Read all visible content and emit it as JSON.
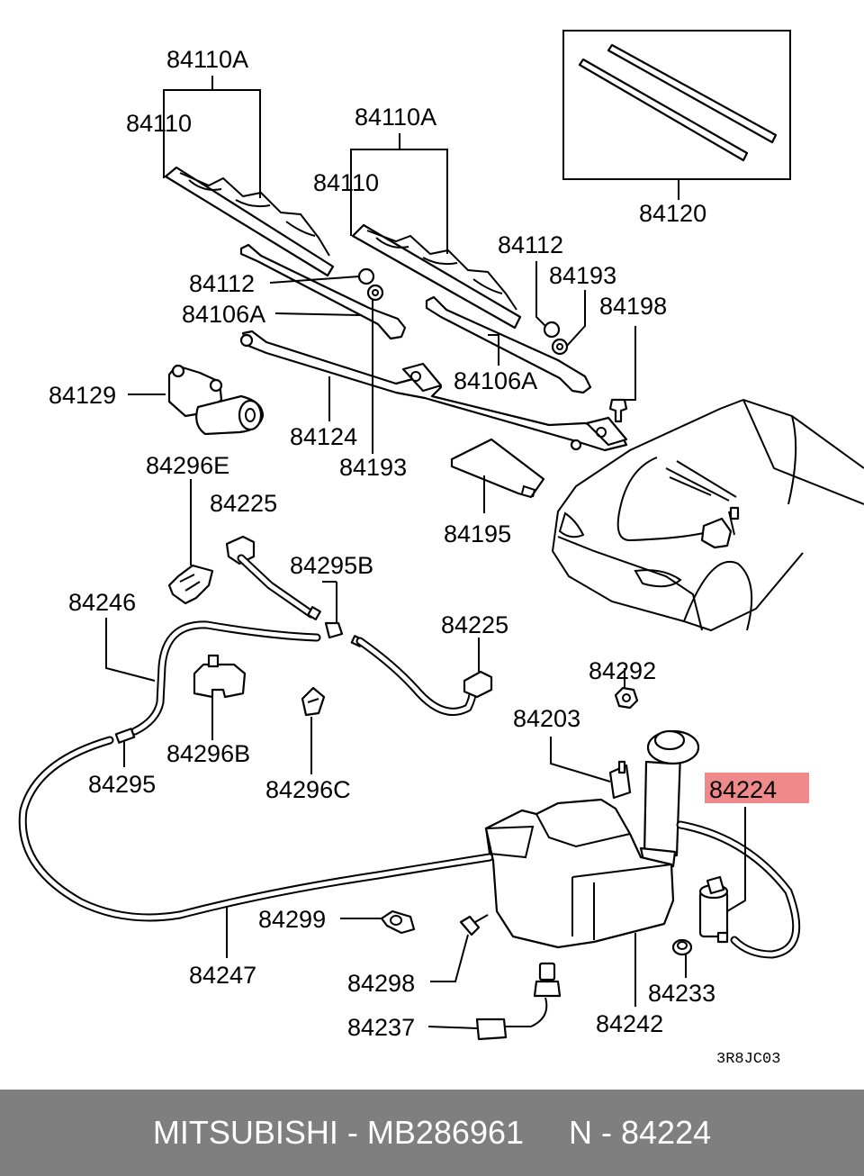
{
  "colors": {
    "highlight": "#f08a8a",
    "footer_bg": "#7f7f7f",
    "footer_text": "#ffffff"
  },
  "diagram": {
    "callouts": {
      "c84110A_a": "84110A",
      "c84110_a": "84110",
      "c84110A_b": "84110A",
      "c84110_b": "84110",
      "c84120": "84120",
      "c84112_a": "84112",
      "c84112_b": "84112",
      "c84193_a": "84193",
      "c84198": "84198",
      "c84106A_a": "84106A",
      "c84106A_b": "84106A",
      "c84129": "84129",
      "c84124": "84124",
      "c84193_b": "84193",
      "c84296E": "84296E",
      "c84225_a": "84225",
      "c84195": "84195",
      "c84295B": "84295B",
      "c84246": "84246",
      "c84225_b": "84225",
      "c84292": "84292",
      "c84203": "84203",
      "c84296B": "84296B",
      "c84295": "84295",
      "c84296C": "84296C",
      "c84224": "84224",
      "c84299": "84299",
      "c84298": "84298",
      "c84247": "84247",
      "c84233": "84233",
      "c84237": "84237",
      "c84242": "84242"
    },
    "figure_code": "3R8JC03"
  },
  "footer": {
    "brand": "MITSUBISHI",
    "separator": " - ",
    "part_number": "MB286961",
    "ref_prefix": "N - ",
    "ref_number": "84224"
  }
}
